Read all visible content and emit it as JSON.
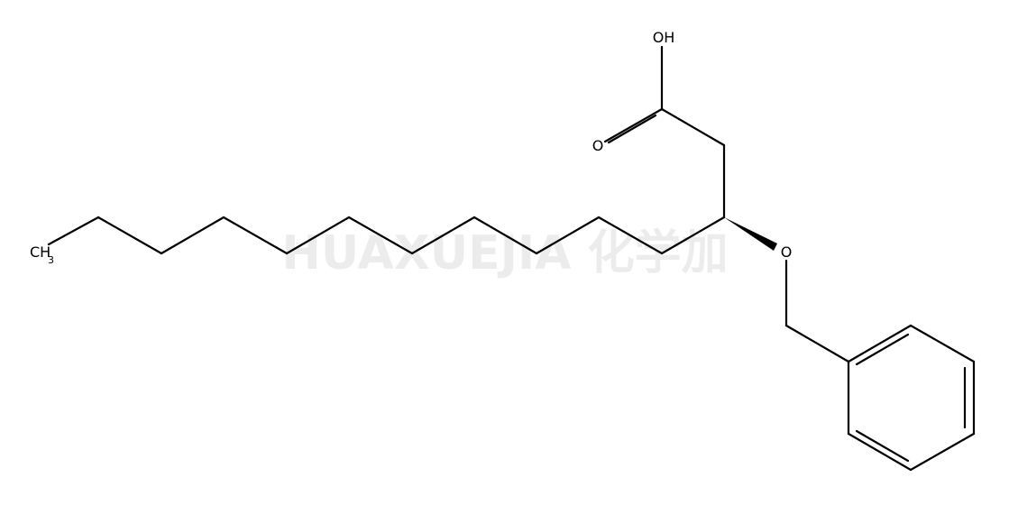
{
  "diagram": {
    "kind": "skeletal-structure",
    "watermark": "HUAXUEJIA 化学加",
    "atoms": {
      "hydroxyl": "OH",
      "carbonyl_oxygen": "O",
      "ether_oxygen": "O",
      "methyl_main": "CH",
      "methyl_subscript": "3"
    }
  }
}
